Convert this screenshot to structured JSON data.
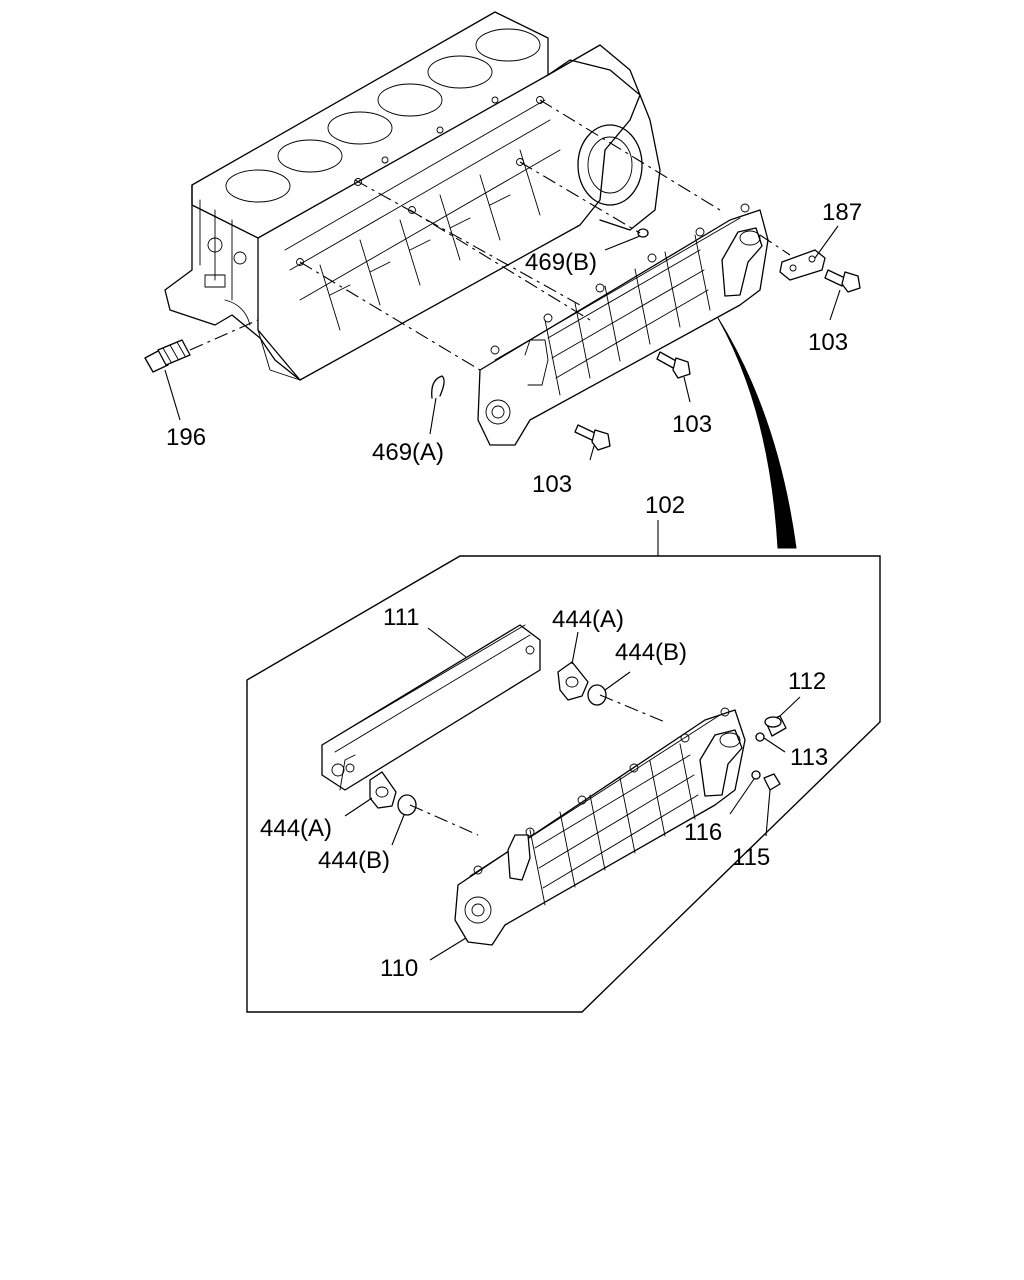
{
  "callouts": {
    "c187": "187",
    "c469b": "469(B)",
    "c103_right": "103",
    "c103_mid": "103",
    "c103_low": "103",
    "c196": "196",
    "c469a": "469(A)",
    "c102": "102",
    "c111": "111",
    "c444a_top": "444(A)",
    "c444b_top": "444(B)",
    "c112": "112",
    "c113": "113",
    "c116": "116",
    "c115": "115",
    "c444a_left": "444(A)",
    "c444b_left": "444(B)",
    "c110": "110"
  }
}
